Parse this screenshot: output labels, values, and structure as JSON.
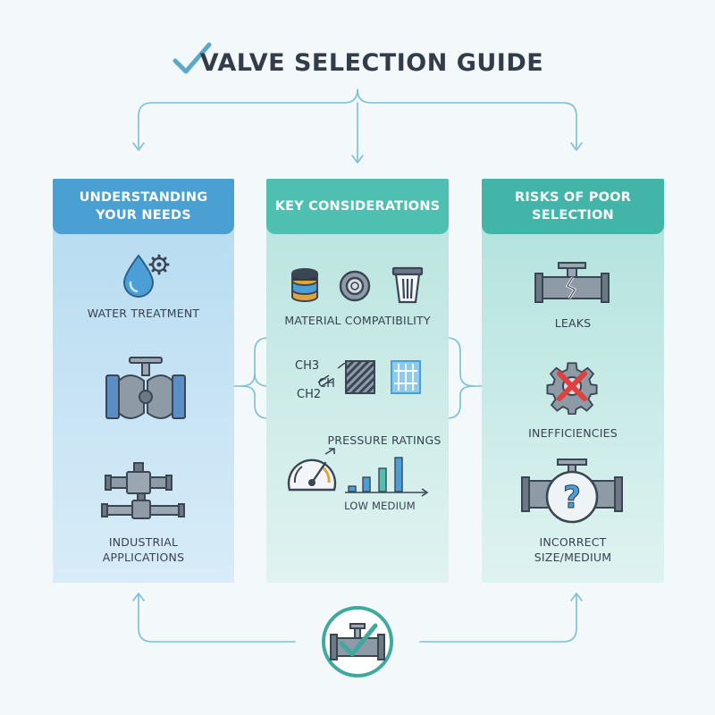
{
  "title": "VALVE SELECTION GUIDE",
  "columns": [
    {
      "heading": "UNDERSTANDING\nYOUR NEEDS",
      "items": [
        {
          "label": "WATER TREATMENT",
          "icon": "water-drop-gear-icon"
        },
        {
          "label": "",
          "icon": "butterfly-valve-icon"
        },
        {
          "label": "INDUSTRIAL\nAPPLICATIONS",
          "icon": "pipe-valves-icon"
        }
      ]
    },
    {
      "heading": "KEY CONSIDERATIONS",
      "items": [
        {
          "label": "MATERIAL COMPATIBILITY",
          "icon": "material-samples-icon"
        },
        {
          "label": "",
          "icon": "chemical-formula-icon",
          "chemical_text": [
            "CH3",
            "CH",
            "CH2"
          ]
        },
        {
          "label": "PRESSURE RATINGS",
          "icon": "pressure-gauge-icon"
        },
        {
          "label": "LOW MEDIUM",
          "icon": "bar-chart-icon"
        }
      ]
    },
    {
      "heading": "RISKS OF POOR\nSELECTION",
      "items": [
        {
          "label": "LEAKS",
          "icon": "cracked-pipe-icon"
        },
        {
          "label": "INEFFICIENCIES",
          "icon": "gear-x-icon"
        },
        {
          "label": "INCORRECT\nSIZE/MEDIUM",
          "icon": "question-valve-icon"
        }
      ]
    }
  ],
  "bottom_icon": "valve-check-icon",
  "colors": {
    "blue_header": "#4a9fd3",
    "teal_header": "#4fbfb1",
    "arrow": "#7bbfd9",
    "outline": "#3a4654",
    "check": "#3fa9a0",
    "red_x": "#e0413f"
  }
}
